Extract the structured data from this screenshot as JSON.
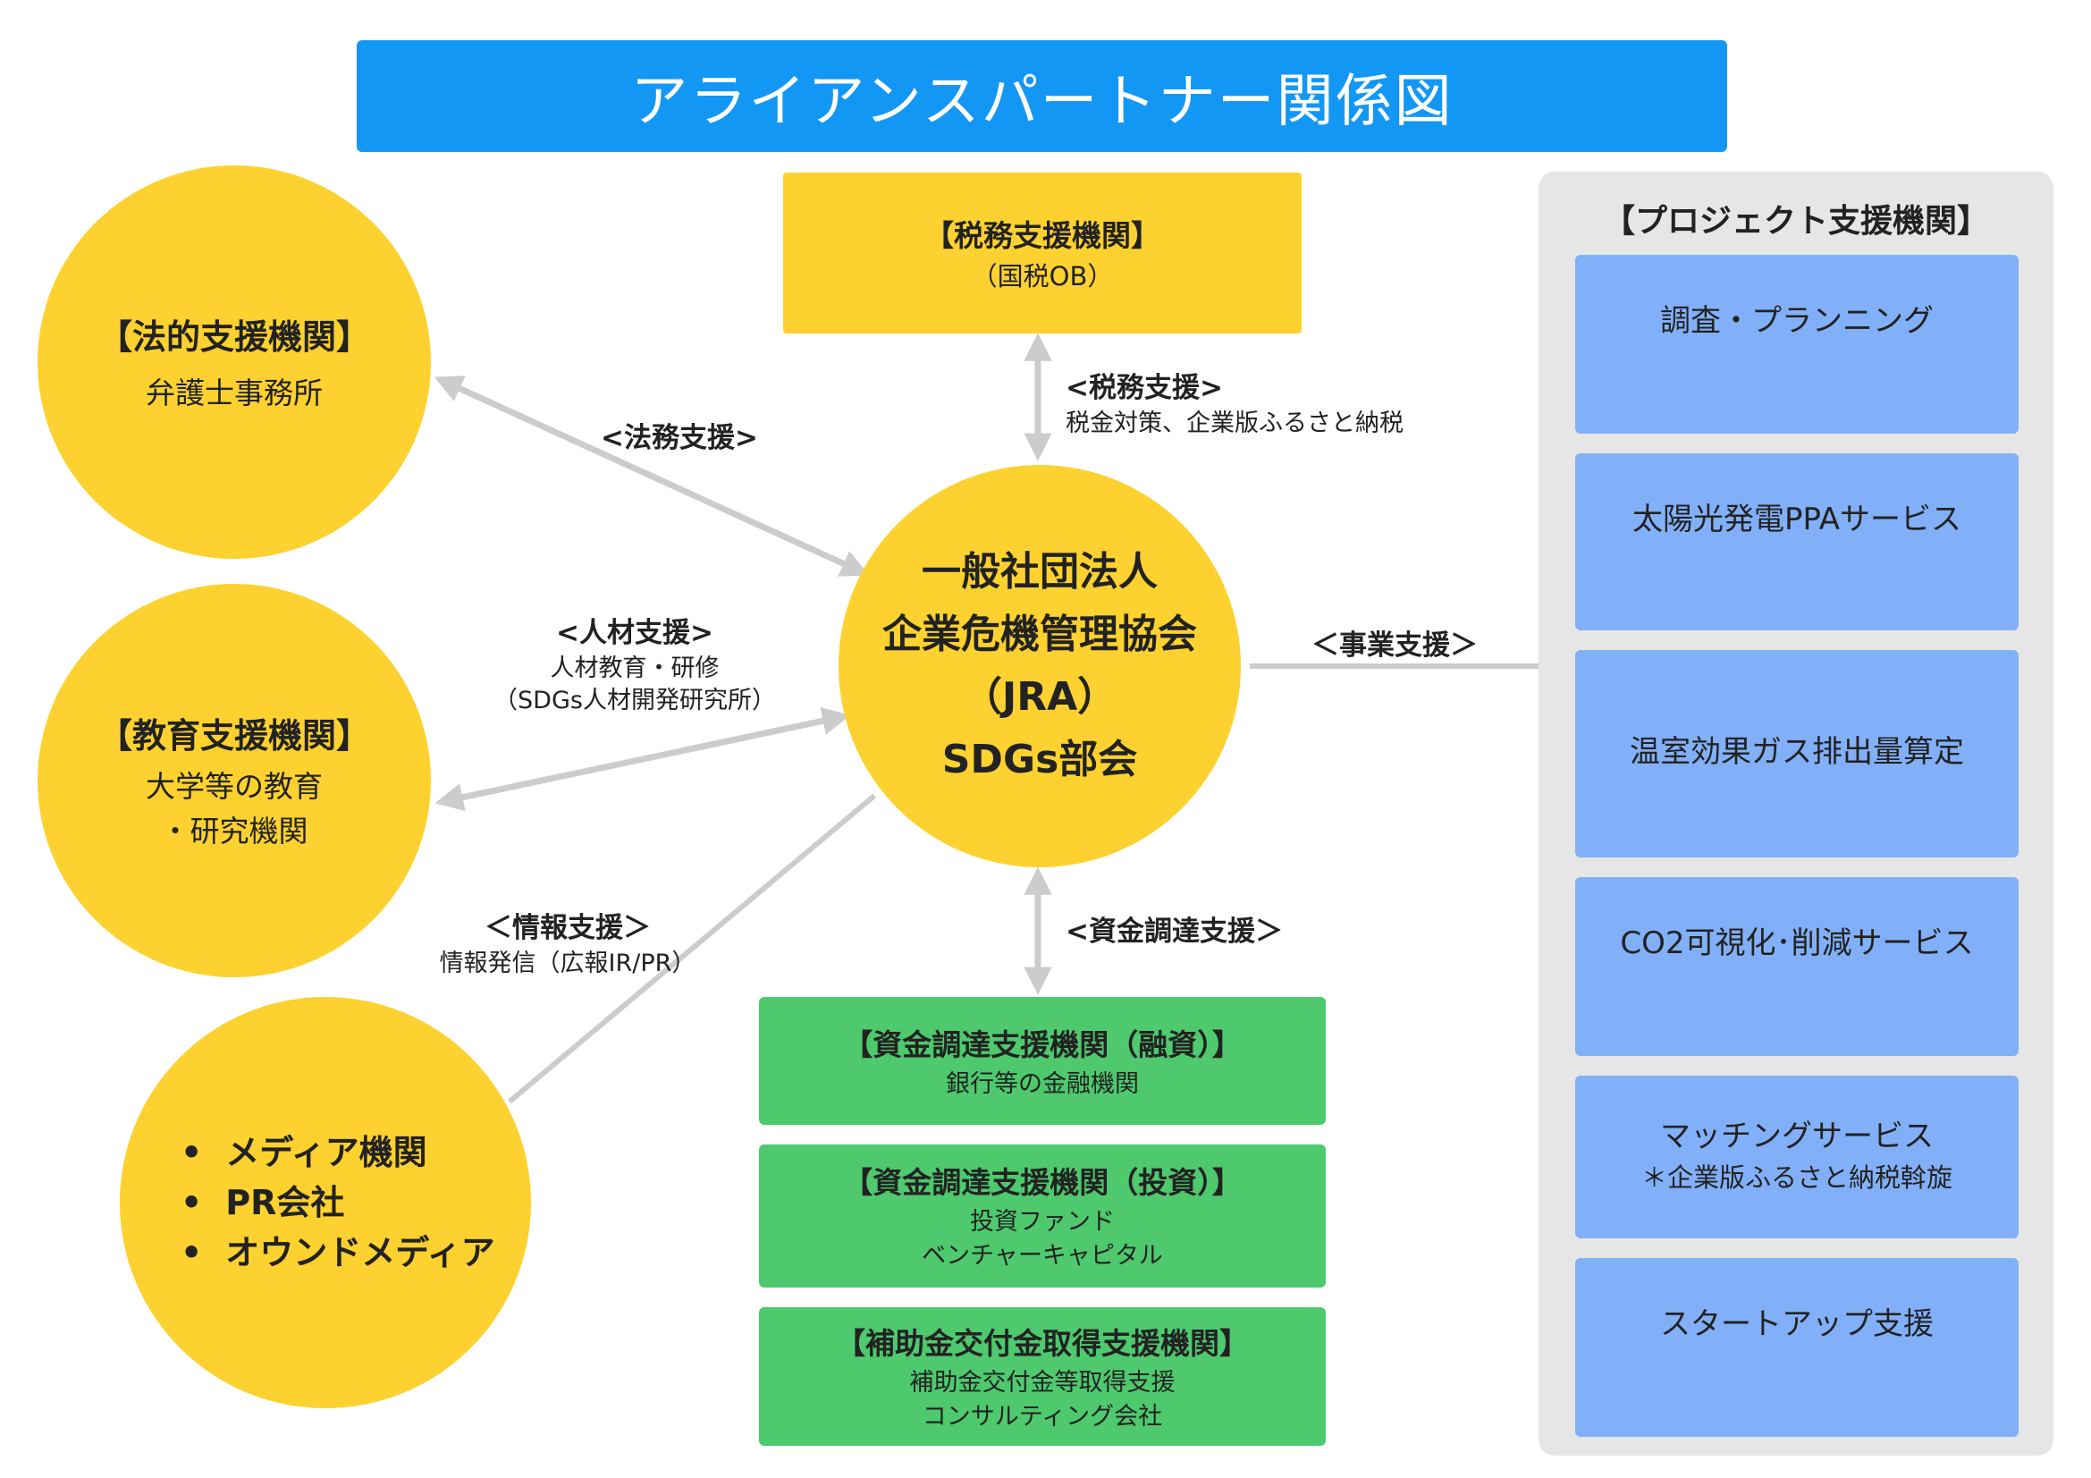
{
  "title": "アライアンスパートナー関係図",
  "center": {
    "line1": "一般社団法人",
    "line2": "企業危機管理協会",
    "line3": "（JRA）",
    "line4": "SDGs部会"
  },
  "legal": {
    "title": "【法的支援機関】",
    "text": "弁護士事務所"
  },
  "education": {
    "title": "【教育支援機関】",
    "line1": "大学等の教育",
    "line2": "・研究機関"
  },
  "media": {
    "items": [
      "メディア機関",
      "PR会社",
      "オウンドメディア"
    ]
  },
  "tax": {
    "title": "【税務支援機関】",
    "text": "（国税OB）"
  },
  "finance": [
    {
      "title": "【資金調達支援機関（融資）】",
      "lines": [
        "銀行等の金融機関"
      ]
    },
    {
      "title": "【資金調達支援機関（投資）】",
      "lines": [
        "投資ファンド",
        "ベンチャーキャピタル"
      ]
    },
    {
      "title": "【補助金交付金取得支援機関】",
      "lines": [
        "補助金交付金等取得支援",
        "コンサルティング会社"
      ]
    }
  ],
  "project": {
    "title": "【プロジェクト支援機関】",
    "items": [
      {
        "label": "調査・プランニング"
      },
      {
        "label": "太陽光発電PPAサービス"
      },
      {
        "label": "温室効果ガス排出量算定"
      },
      {
        "label": "CO2可視化･削減サービス"
      },
      {
        "label": "マッチングサービス",
        "sub": "＊企業版ふるさと納税斡旋"
      },
      {
        "label": "スタートアップ支援"
      }
    ]
  },
  "labels": {
    "legal_support": "<法務支援>",
    "tax_support": "<税務支援>",
    "tax_support_detail": "税金対策、企業版ふるさと納税",
    "hr_support": "<人材支援>",
    "hr_detail1": "人材教育・研修",
    "hr_detail2": "（SDGs人材開発研究所）",
    "business_support": "＜事業支援＞",
    "info_support": "＜情報支援＞",
    "info_detail": "情報発信（広報IR/PR）",
    "finance_support": "<資金調達支援＞"
  },
  "colors": {
    "title_bg": "#1397f5",
    "circle": "#fdd12f",
    "tax_box": "#fdd12f",
    "finance_box": "#4ec96e",
    "project_panel": "#e6e6e6",
    "project_item": "#82b0f8",
    "connector": "#cccccc"
  }
}
